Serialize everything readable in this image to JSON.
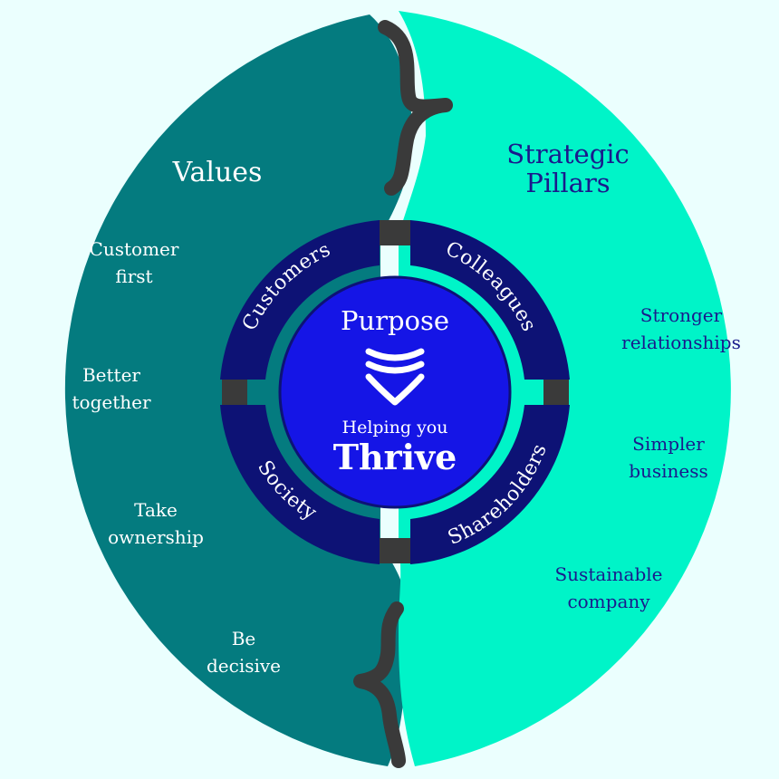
{
  "colors": {
    "background": "#ebfffe",
    "values_half": "#047b7f",
    "pillars_half": "#00f4c8",
    "segment": "#0d1275",
    "center": "#1515e6",
    "bracket": "#3a3a3a",
    "pillars_text": "#1a1a8c"
  },
  "values": {
    "title": "Values",
    "items": [
      {
        "line1": "Customer",
        "line2": "first"
      },
      {
        "line1": "Better",
        "line2": "together"
      },
      {
        "line1": "Take",
        "line2": "ownership"
      },
      {
        "line1": "Be",
        "line2": "decisive"
      }
    ]
  },
  "pillars": {
    "title_line1": "Strategic",
    "title_line2": "Pillars",
    "items": [
      {
        "line1": "Stronger",
        "line2": "relationships"
      },
      {
        "line1": "Simpler",
        "line2": "business"
      },
      {
        "line1": "Sustainable",
        "line2": "company"
      }
    ]
  },
  "segments": {
    "top_left": "Customers",
    "top_right": "Colleagues",
    "bottom_left": "Society",
    "bottom_right": "Shareholders"
  },
  "center": {
    "title": "Purpose",
    "icon": "chevron-stack-icon",
    "subtitle": "Helping you",
    "headline": "Thrive"
  }
}
